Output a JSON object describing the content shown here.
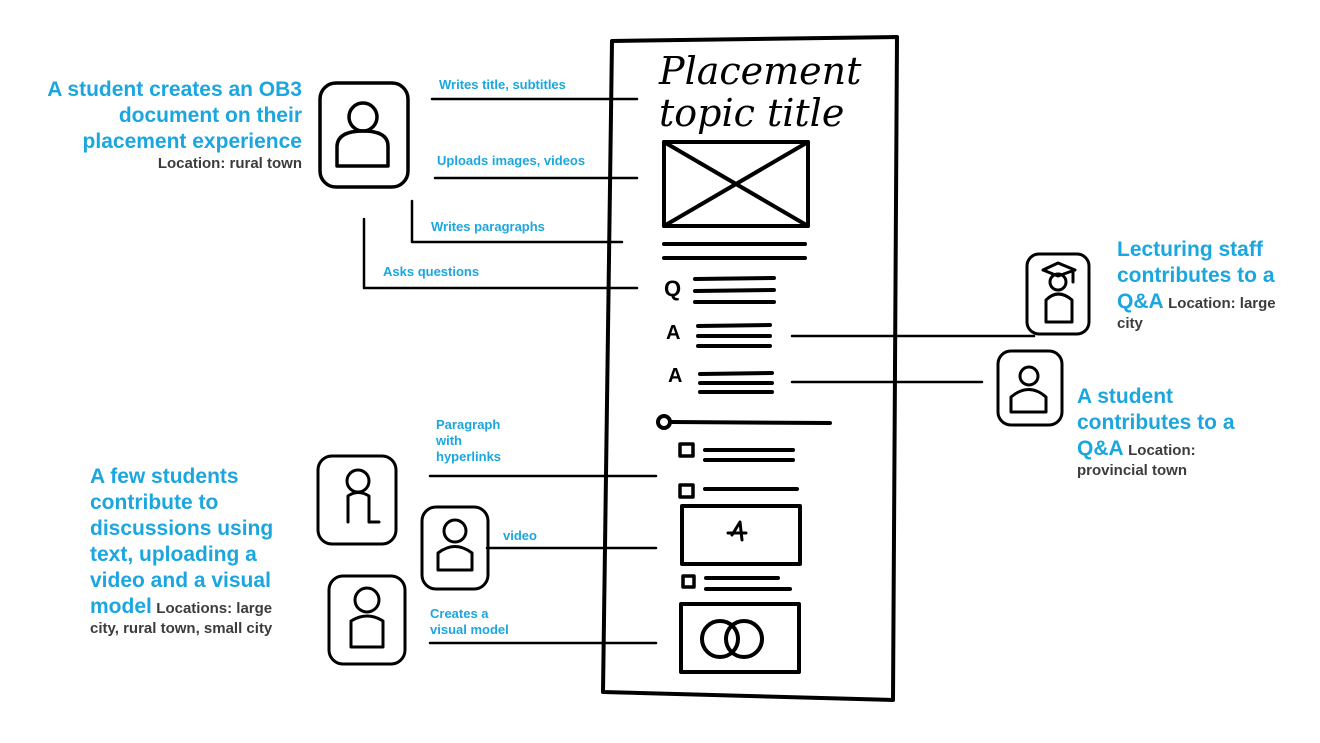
{
  "doc": {
    "title_line1": "Placement",
    "title_line2": "topic title",
    "q_mark": "Q",
    "a_mark": "A"
  },
  "actors": {
    "creator": {
      "heading": "A student creates an OB3 document on their placement experience",
      "location": "Location: rural town"
    },
    "lecturer": {
      "heading": "Lecturing staff contributes to a Q&A",
      "location": "Location: large city"
    },
    "qa_student": {
      "heading": "A student contributes to a Q&A",
      "location": "Location: provincial town"
    },
    "group": {
      "heading": "A few students contribute to discussions using text, uploading a video and a visual model",
      "location": "Locations: large city, rural town, small city"
    }
  },
  "labels": {
    "titles": "Writes title, subtitles",
    "media": "Uploads images, videos",
    "paragraphs": "Writes paragraphs",
    "questions": "Asks questions",
    "hyperlinks": "Paragraph with hyperlinks",
    "video": "video",
    "visual": "Creates a visual model"
  },
  "colors": {
    "accent": "#1ba6df",
    "location_text": "#3c3c3c",
    "ink": "#000000"
  },
  "icons": [
    "person-icon",
    "graduate-icon",
    "image-placeholder-icon",
    "video-play-icon",
    "venn-diagram-icon"
  ]
}
